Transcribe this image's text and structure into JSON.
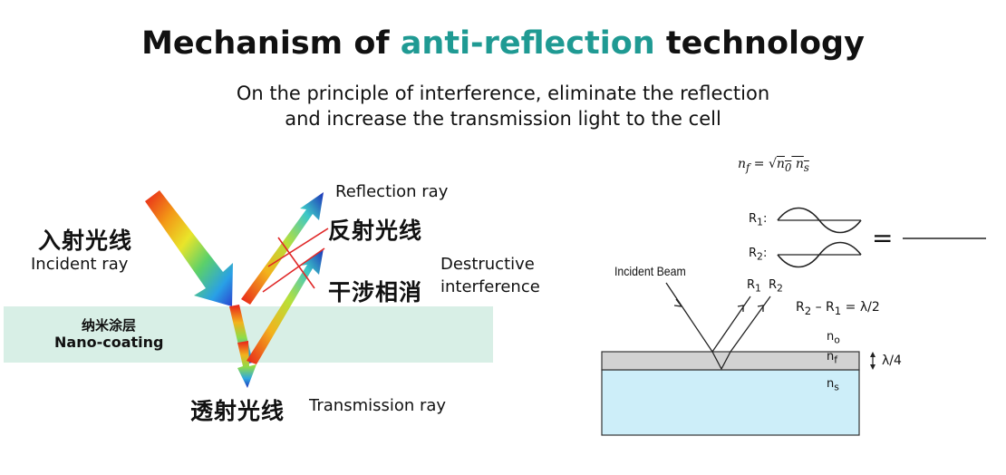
{
  "title": {
    "prefix": "Mechanism of ",
    "highlight": "anti-reflection",
    "suffix": " technology",
    "highlight_color": "#1f9a93"
  },
  "subtitle": {
    "line1": "On the principle of interference, eliminate the reflection",
    "line2": "and increase the transmission light to the cell"
  },
  "left_diagram": {
    "incident_cn": "入射光线",
    "incident_en": "Incident ray",
    "reflection_en": "Reflection ray",
    "reflection_cn": "反射光线",
    "interference_cn": "干涉相消",
    "interference_en_line1": "Destructive",
    "interference_en_line2": "interference",
    "coating_cn": "纳米涂层",
    "coating_en": "Nano-coating",
    "transmission_cn": "透射光线",
    "transmission_en": "Transmission ray",
    "coating_color": "#d8efe6"
  },
  "right_diagram": {
    "formula_lhs": "n",
    "formula_lhs_sub": "f",
    "formula_eq": " = √",
    "formula_rhs_1": "n",
    "formula_rhs_1_sub": "0",
    "formula_rhs_2": " n",
    "formula_rhs_2_sub": "s",
    "r1_label": "R",
    "r1_sub": "1",
    "r1_colon": ":",
    "r2_label": "R",
    "r2_sub": "2",
    "r2_colon": ":",
    "equals": "=",
    "incident_beam": "Incident Beam",
    "ray_r1": "R",
    "ray_r1_sub": "1",
    "ray_r2": "R",
    "ray_r2_sub": "2",
    "path_diff_a": "R",
    "path_diff_a_sub": "2",
    "path_diff_minus": " – R",
    "path_diff_b_sub": "1",
    "path_diff_eq": " = ",
    "path_diff_val": "λ/2",
    "n0": "n",
    "n0_sub": "o",
    "nf": "n",
    "nf_sub": "f",
    "ns": "n",
    "ns_sub": "s",
    "thickness": "λ/4",
    "film_color": "#d2d2d2",
    "substrate_color": "#cdeef9"
  }
}
